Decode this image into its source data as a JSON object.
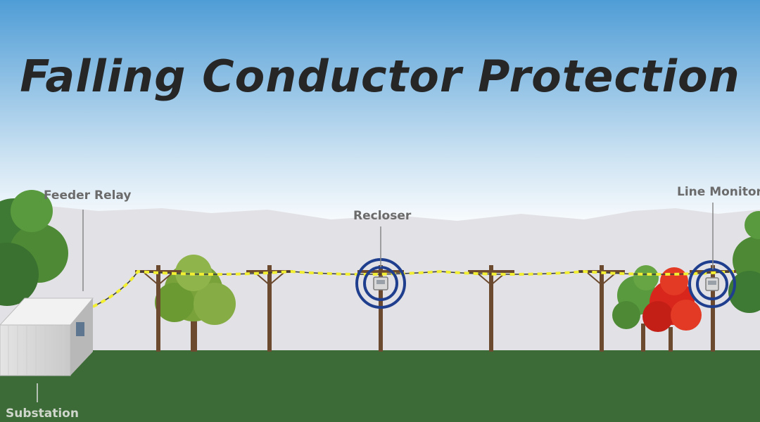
{
  "title": "Falling Conductor Protection",
  "labels": {
    "feeder_relay": "Feeder Relay",
    "recloser": "Recloser",
    "line_monitor": "Line Monitor",
    "substation": "Substation"
  },
  "colors": {
    "sky_top": "#4f9dd6",
    "sky_bottom": "#ffffff",
    "ground": "#3d6b37",
    "line": "#f2ee32",
    "ring": "#1f3f8e",
    "pole": "#6b4a2f",
    "title": "#262626",
    "label": "#6b6b6b",
    "tree_green": "#4e8a35",
    "tree_red": "#d8261c"
  }
}
